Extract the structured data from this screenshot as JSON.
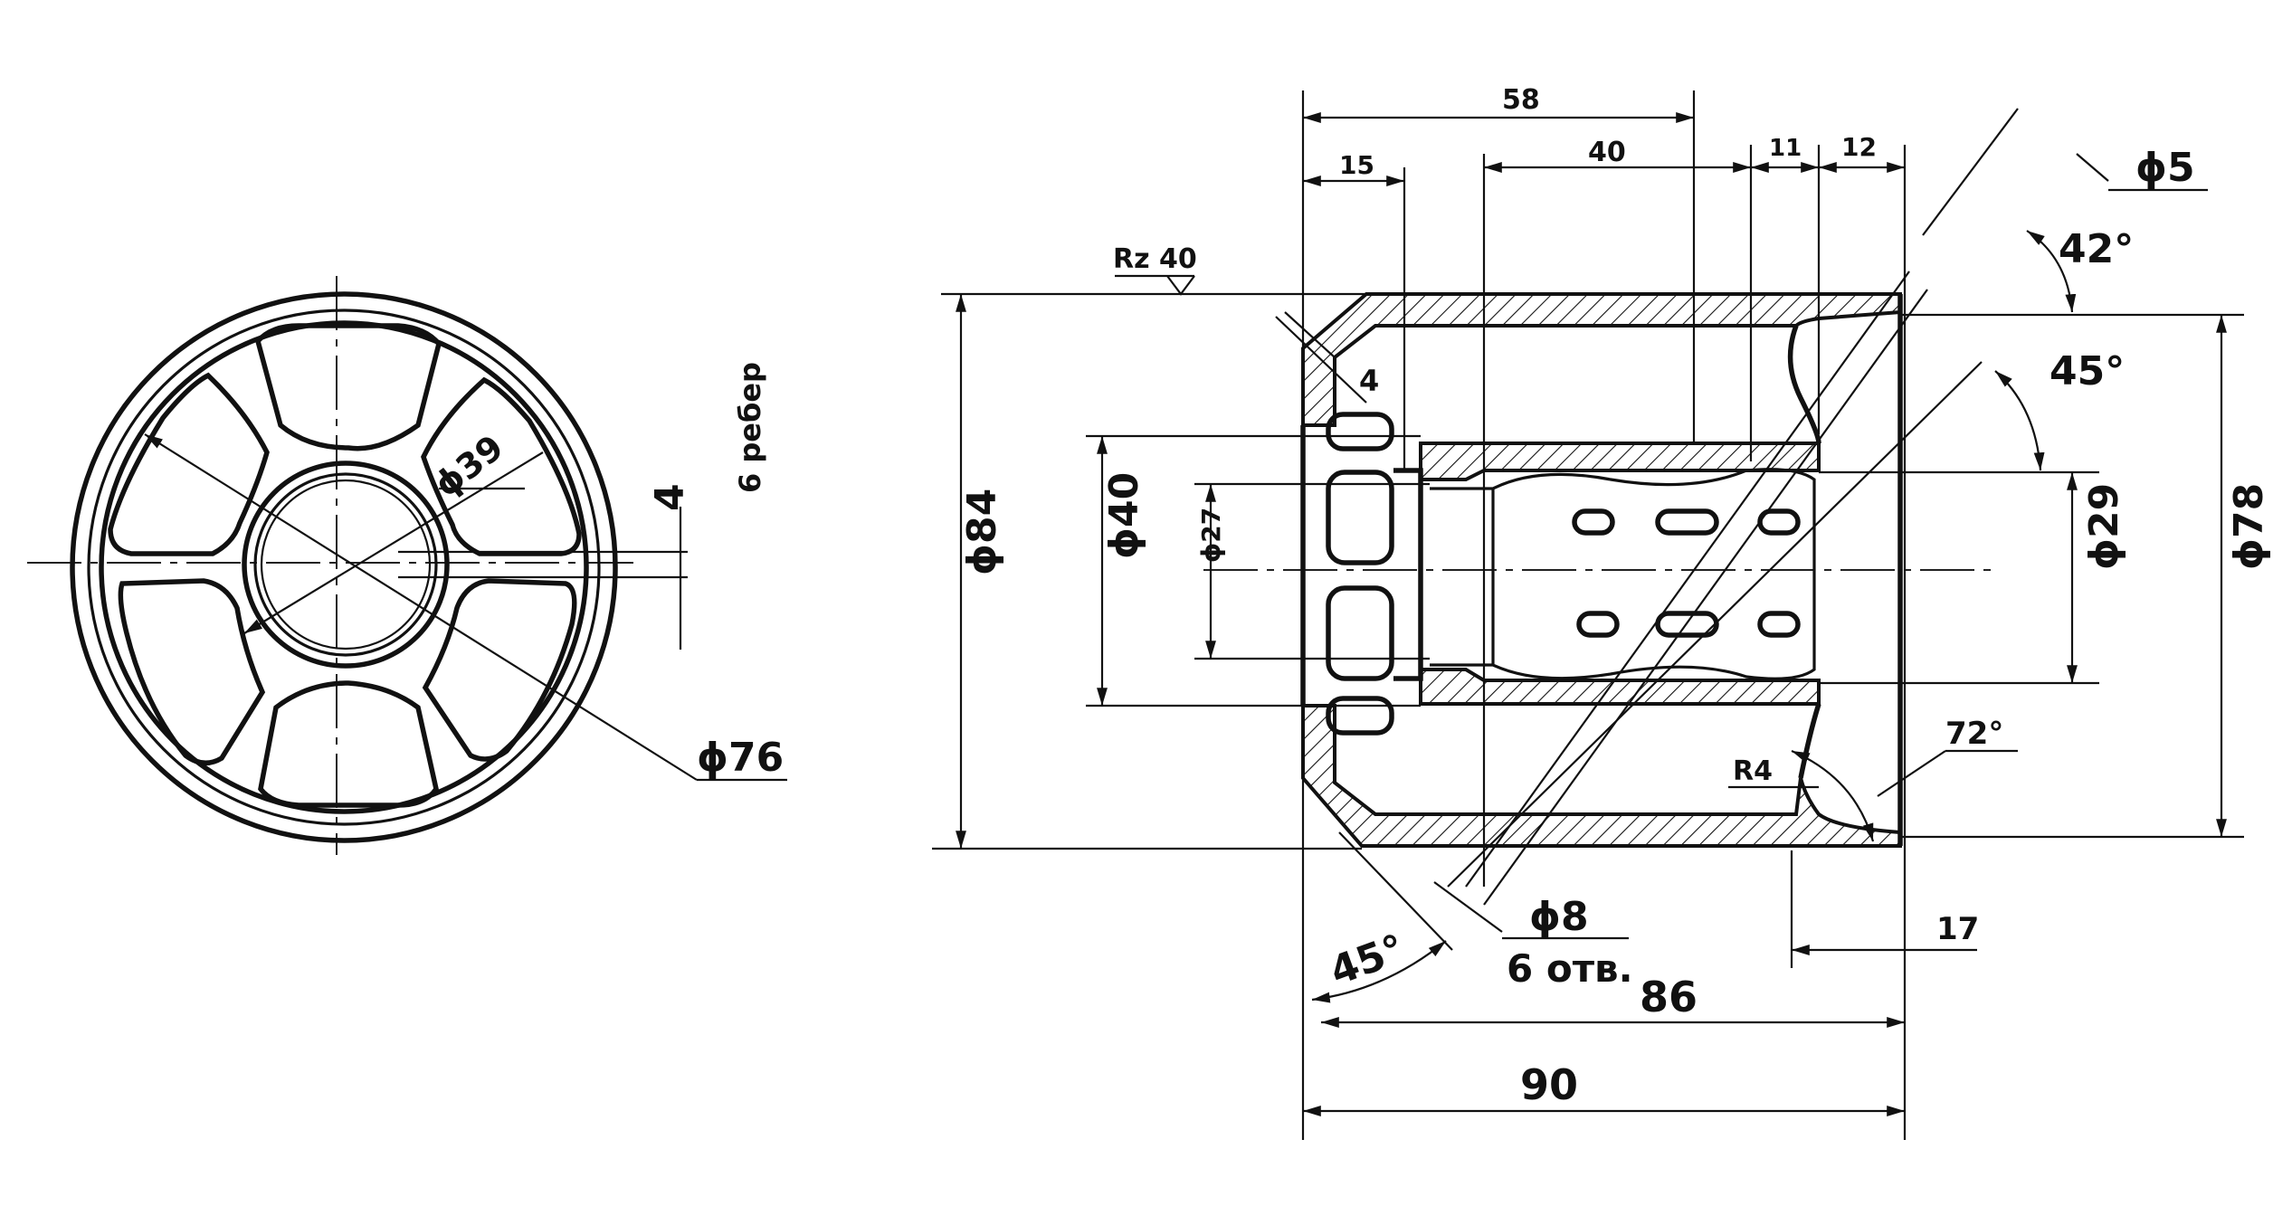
{
  "end_view": {
    "dia_rim": "ϕ76",
    "dia_hub": "ϕ39",
    "rib_thickness": "4",
    "rib_note": "6 ребер"
  },
  "section_view": {
    "dim_58": "58",
    "dim_15": "15",
    "dim_40": "40",
    "dim_11": "11",
    "dim_12": "12",
    "hole_dia": "ϕ5",
    "angle_42": "42°",
    "roughness": "Rz 40",
    "wall_4": "4",
    "angle_45_top": "45°",
    "dia_84": "ϕ84",
    "dia_40": "ϕ40",
    "dia_27": "ϕ27",
    "dia_29": "ϕ29",
    "dia_78": "ϕ78",
    "angle_72": "72°",
    "radius": "R4",
    "hole_8": "ϕ8",
    "hole_count": "6 отв.",
    "angle_45_bottom": "45°",
    "dim_86": "86",
    "dim_17": "17",
    "dim_90": "90"
  }
}
